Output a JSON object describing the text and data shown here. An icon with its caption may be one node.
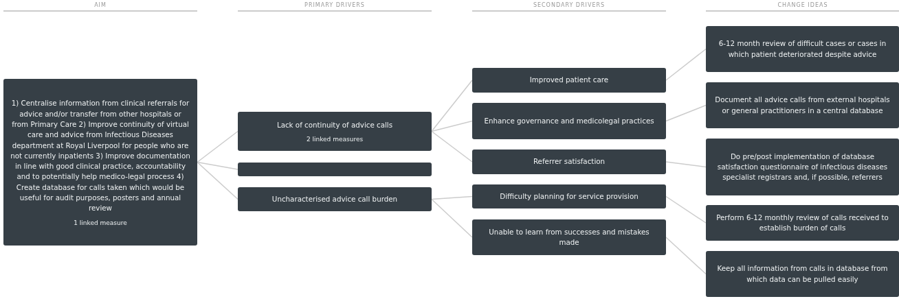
{
  "diagram": {
    "nodes": [
      {
        "text": [
          "1) Centralise information from clinical referrals for advice and/or transfer from other hospitals or from Primary Care 2) Improve continuity of virtual care and advice from Infectious Diseases department at Royal Liverpool for people who are not currently inpatients 3) Improve documentation in line with good clinical practice, accountability and to potentially help medico-legal process 4) Create database for calls taken which would be useful for audit purposes, posters and annual review",
          "1 linked measure"
        ]
      },
      {
        "text": [
          "Lack of continuity of advice calls",
          "2 linked measures"
        ]
      },
      {
        "text": [],
        "shape": "bar"
      },
      {
        "text": [
          "Uncharacterised advice call burden"
        ]
      },
      {
        "text": [
          "Improved patient care"
        ]
      },
      {
        "text": [
          "Enhance governance and medicolegal practices"
        ]
      },
      {
        "text": [
          "Referrer satisfaction"
        ]
      },
      {
        "text": [
          "Difficulty planning for service provision"
        ]
      },
      {
        "text": [
          "Unable to learn from successes and mistakes made"
        ]
      },
      {
        "text": [
          "6-12 month review of difficult cases or cases in which patient deteriorated despite advice"
        ]
      },
      {
        "text": [
          "Document all advice calls from external hospitals or general practitioners in a central database"
        ]
      },
      {
        "text": [
          "Do pre/post implementation of database satisfaction questionnaire of infectious diseases specialist registrars and, if possible, referrers"
        ]
      },
      {
        "text": [
          "Perform 6-12 monthly review of calls received to establish burden of calls"
        ]
      },
      {
        "text": [
          "Keep all information from calls in database from which data can be pulled easily"
        ]
      }
    ],
    "edges": [
      {
        "from": 0,
        "to": 1,
        "arrow": "none"
      },
      {
        "from": 0,
        "to": 2,
        "arrow": "none"
      },
      {
        "from": 0,
        "to": 3,
        "arrow": "none"
      },
      {
        "from": 1,
        "to": 4,
        "arrow": "none"
      },
      {
        "from": 1,
        "to": 5,
        "arrow": "none"
      },
      {
        "from": 1,
        "to": 6,
        "arrow": "none"
      },
      {
        "from": 3,
        "to": 7,
        "arrow": "none"
      },
      {
        "from": 3,
        "to": 8,
        "arrow": "none"
      },
      {
        "from": 4,
        "to": 9,
        "arrow": "none"
      },
      {
        "from": 5,
        "to": 10,
        "arrow": "none"
      },
      {
        "from": 6,
        "to": 11,
        "arrow": "none"
      },
      {
        "from": 7,
        "to": 12,
        "arrow": "none"
      },
      {
        "from": 8,
        "to": 13,
        "arrow": "none"
      }
    ],
    "labels": [
      "AIM",
      "PRIMARY DRIVERS",
      "SECONDARY DRIVERS",
      "CHANGE IDEAS"
    ]
  }
}
